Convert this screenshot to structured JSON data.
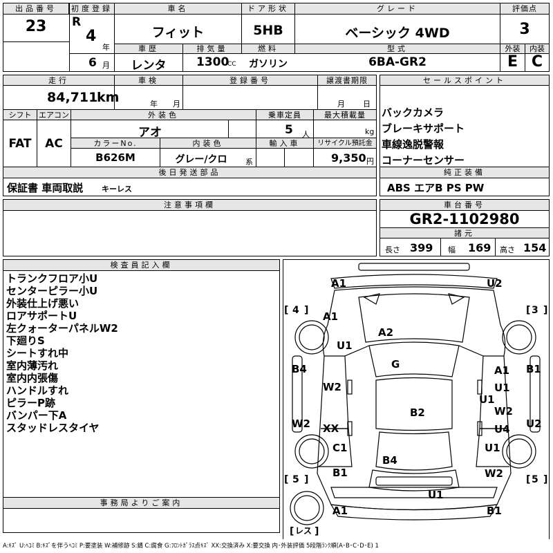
{
  "header": {
    "lot_no_label": "出品番号",
    "lot_no": "23",
    "first_reg_label": "初度登録",
    "era": "R",
    "year": "4",
    "year_unit": "年",
    "month": "6",
    "month_unit": "月",
    "car_name_label": "車名",
    "car_name": "フィット",
    "door_label": "ドア形状",
    "door": "5HB",
    "grade_label": "グレード",
    "grade": "ベーシック 4WD",
    "score_label": "評価点",
    "score": "3",
    "history_label": "車歴",
    "history": "レンタ",
    "displacement_label": "排気量",
    "displacement": "1300",
    "displacement_unit": "CC",
    "fuel_label": "燃料",
    "fuel": "ガソリン",
    "model_label": "型式",
    "model": "6BA-GR2",
    "exterior_label": "外装",
    "exterior": "E",
    "interior_label": "内装",
    "interior": "C"
  },
  "row2": {
    "mileage_label": "走行",
    "mileage": "84,711",
    "mileage_unit": "km",
    "inspection_label": "車検",
    "year_unit": "年",
    "month_unit": "月",
    "reg_no_label": "登録番号",
    "transfer_label": "譲渡書期限",
    "t_month": "月",
    "t_day": "日",
    "shift_label": "シフト",
    "shift": "FAT",
    "ac_label": "エアコン",
    "ac": "AC",
    "color_label": "外装色",
    "color": "アオ",
    "capacity_label": "乗車定員",
    "capacity": "5",
    "capacity_unit": "人",
    "load_label": "最大積載量",
    "load_unit": "kg",
    "color_no_label": "カラーNo.",
    "color_no": "B626M",
    "int_color_label": "内装色",
    "int_color": "グレー/クロ",
    "int_color_unit": "系",
    "import_label": "輸入車",
    "recycle_label": "リサイクル預託金",
    "recycle": "9,350",
    "recycle_unit": "円",
    "later_label": "後日発送部品",
    "later_items": "保証書 車両取説",
    "later_extra": "キーレス"
  },
  "sales": {
    "label": "セールスポイント",
    "points": [
      "バックカメラ",
      "ブレーキサポート",
      "車線逸脱警報",
      "コーナーセンサー"
    ]
  },
  "equipment": {
    "label": "純正装備",
    "value": "ABS エアB PS PW"
  },
  "notes": {
    "label": "注意事項欄"
  },
  "chassis": {
    "label": "車台番号",
    "value": "GR2-1102980"
  },
  "dims": {
    "label": "諸元",
    "length_label": "長さ",
    "length": "399",
    "width_label": "幅",
    "width": "169",
    "height_label": "高さ",
    "height": "154"
  },
  "inspector": {
    "label": "検査員記入欄",
    "items": [
      "トランクフロア小U",
      "センターピラー小U",
      "外装仕上げ悪い",
      "ロアサポートU",
      "左クォーターパネルW2",
      "下廻りS",
      "シートすれ中",
      "室内薄汚れ",
      "室内内張傷",
      "ハンドルすれ",
      "ピラーP跡",
      "バンパー下A",
      "スタッドレスタイヤ"
    ]
  },
  "office": {
    "label": "事務局よりご案内"
  },
  "diagram": {
    "marks": {
      "front_left": "A1",
      "front_right": "U2",
      "lf_fender": "A1",
      "lf_fender2": "U1",
      "hood": "A2",
      "windshield": "G",
      "left_front_door": "B4",
      "left_front_door2": "W2",
      "left_rear_door": "W2",
      "left_rear_door2": "XX",
      "left_rear_quarter": "C1",
      "left_rear_quarter2": "B1",
      "roof": "B2",
      "rear_glass": "B4",
      "right_front_door": "B1",
      "right_front_door_a": "A1",
      "right_front_door_u": "U1",
      "right_center": "U1",
      "right_rear_door": "W2",
      "right_rear_door_u": "U4",
      "right_rear_quarter_u": "U1",
      "right_rear_quarter_w": "W2",
      "right_side": "U2",
      "rear_bumper_u": "U1",
      "rear_left": "A1",
      "rear_right": "B1"
    },
    "tire_lf": "4",
    "tire_rf": "3",
    "tire_lr": "5",
    "tire_rr": "5",
    "spare": "レス"
  },
  "legend": "A:ｷｽﾞ U:ﾍｺﾐ B:ｷｽﾞを伴うﾍｺﾐ P:要塗装 W:補修跡 S:錆 C:腐食 G:ﾌﾛﾝﾄｶﾞﾗｽ点ｷｽﾞ XX:交換済み X:要交換 内･外装評価 5段階ﾗﾝｸ順(A･B･C･D･E) 1"
}
